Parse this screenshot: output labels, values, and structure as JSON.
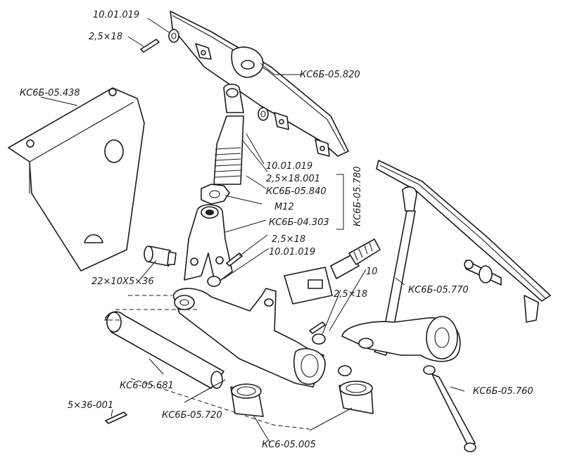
{
  "labels": {
    "l01": "10.01.019",
    "l02": "2,5×18",
    "l03": "КС6Б-05.438",
    "l04": "КС6Б-05.820",
    "l05": "10.01.019",
    "l06": "2,5×18.001",
    "l07": "КС6Б-05.840",
    "l08": "КС6Б-05.780",
    "l09": "М12",
    "l10": "КС6Б-04.303",
    "l11": "2,5×18",
    "l12": "10.01.019",
    "l13": "22×10Х5×36",
    "l14": "10",
    "l15": "2,5×18",
    "l16": "КС6Б-05.770",
    "l17": "КС6-05.681",
    "l18": "КС6Б-05.720",
    "l19": "5×36-001",
    "l20": "КС6-05.005",
    "l21": "КС6Б-05.760"
  }
}
